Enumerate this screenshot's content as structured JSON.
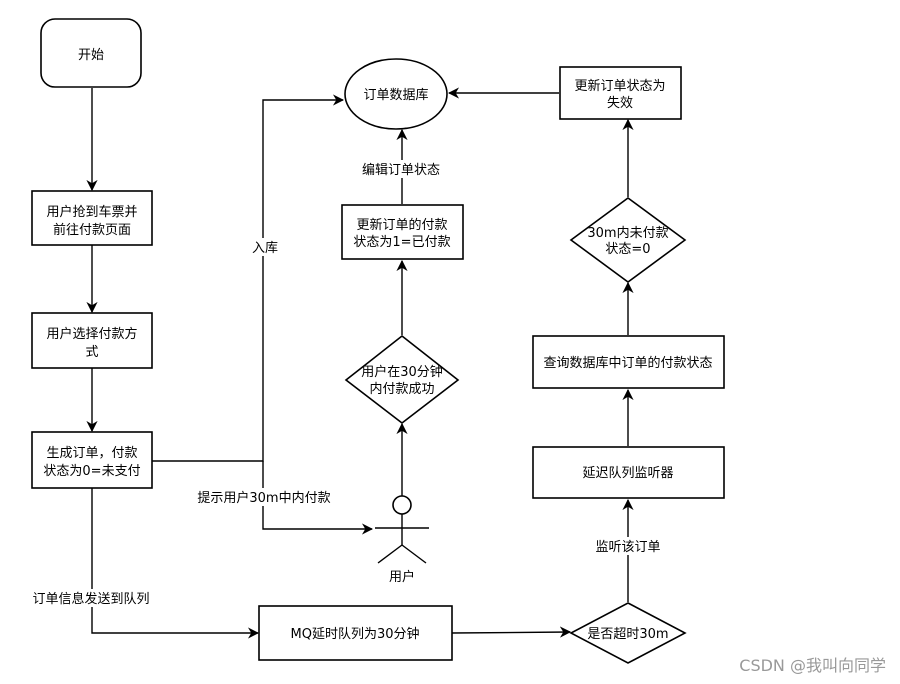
{
  "nodes": {
    "start": [
      "开始"
    ],
    "grab_ticket": [
      "用户抢到车票并",
      "前往付款页面"
    ],
    "choose_payment": [
      "用户选择付款方",
      "式"
    ],
    "create_order": [
      "生成订单，付款",
      "状态为0=未支付"
    ],
    "order_db": [
      "订单数据库"
    ],
    "update_paid": [
      "更新订单的付款",
      "状态为1=已付款"
    ],
    "paid_in_30min": [
      "用户在30分钟",
      "内付款成功"
    ],
    "user": [
      "用户"
    ],
    "mq_queue": [
      "MQ延时队列为30分钟"
    ],
    "is_timeout": [
      "是否超时30m"
    ],
    "delay_listener": [
      "延迟队列监听器"
    ],
    "query_status": [
      "查询数据库中订单的付款状态"
    ],
    "unpaid_30min": [
      "30m内未付款",
      "状态=0"
    ],
    "set_invalid": [
      "更新订单状态为",
      "失效"
    ]
  },
  "edge_labels": {
    "store": "入库",
    "edit_status": "编辑订单状态",
    "remind_user": "提示用户30m中内付款",
    "send_to_queue": "订单信息发送到队列",
    "listen_order": "监听该订单"
  },
  "watermark": "CSDN @我叫向同学"
}
